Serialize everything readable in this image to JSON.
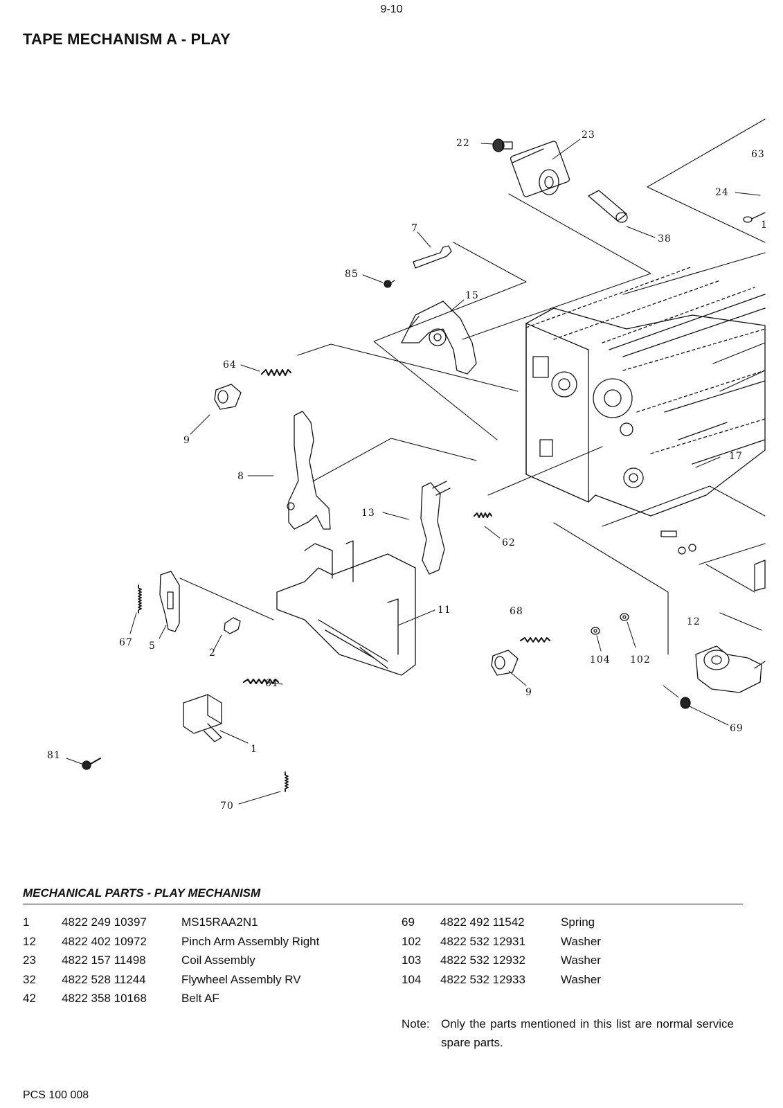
{
  "page_number": "9-10",
  "title": "TAPE MECHANISM A - PLAY",
  "diagram": {
    "callouts": [
      "22",
      "23",
      "63",
      "24",
      "1",
      "38",
      "7",
      "85",
      "15",
      "64",
      "9",
      "8",
      "13",
      "62",
      "17",
      "67",
      "5",
      "2",
      "11",
      "68",
      "12",
      "61",
      "104",
      "102",
      "9",
      "69",
      "81",
      "1",
      "70"
    ]
  },
  "parts_section_title": "MECHANICAL PARTS - PLAY MECHANISM",
  "parts_left": [
    {
      "item": "1",
      "code": "4822 249 10397",
      "desc": "MS15RAA2N1"
    },
    {
      "item": "12",
      "code": "4822 402 10972",
      "desc": "Pinch Arm Assembly Right"
    },
    {
      "item": "23",
      "code": "4822 157 11498",
      "desc": "Coil Assembly"
    },
    {
      "item": "32",
      "code": "4822 528 11244",
      "desc": "Flywheel Assembly RV"
    },
    {
      "item": "42",
      "code": "4822 358 10168",
      "desc": "Belt AF"
    }
  ],
  "parts_right": [
    {
      "item": "69",
      "code": "4822 492 11542",
      "desc": "Spring"
    },
    {
      "item": "102",
      "code": "4822 532 12931",
      "desc": "Washer"
    },
    {
      "item": "103",
      "code": "4822 532 12932",
      "desc": "Washer"
    },
    {
      "item": "104",
      "code": "4822 532 12933",
      "desc": "Washer"
    }
  ],
  "note": {
    "label": "Note:",
    "text": "Only the parts mentioned in this list are normal service spare parts."
  },
  "footer": "PCS 100 008"
}
